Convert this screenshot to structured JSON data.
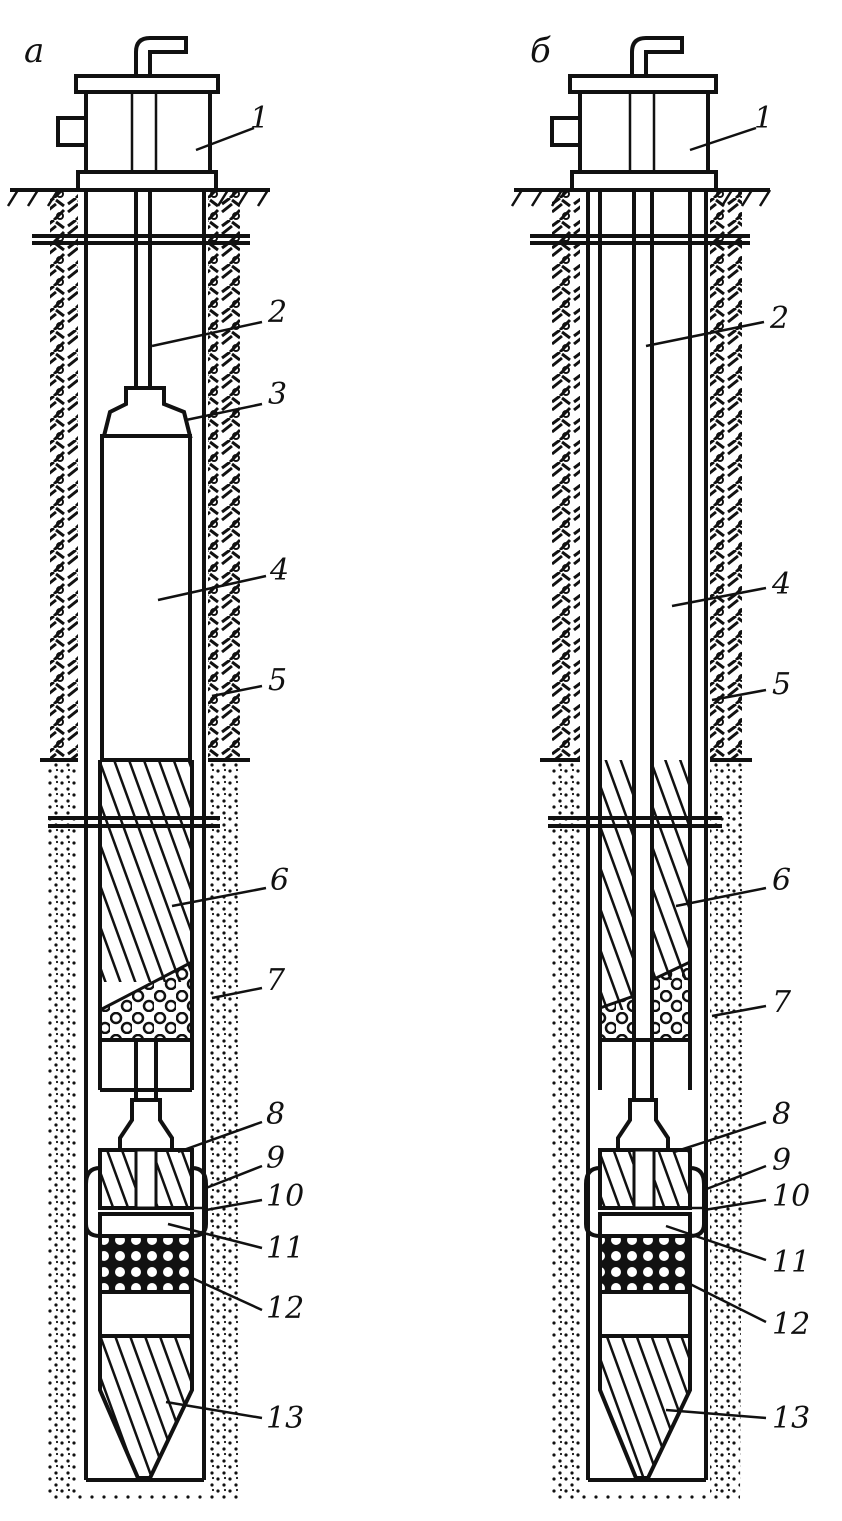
{
  "panels": [
    {
      "label": "а",
      "callouts": [
        "1",
        "2",
        "3",
        "4",
        "5",
        "6",
        "7",
        "8",
        "9",
        "10",
        "11",
        "12",
        "13"
      ]
    },
    {
      "label": "б",
      "callouts": [
        "1",
        "2",
        "4",
        "5",
        "6",
        "7",
        "8",
        "9",
        "10",
        "11",
        "12",
        "13"
      ]
    }
  ],
  "colors": {
    "ink": "#111111",
    "background": "#ffffff"
  }
}
